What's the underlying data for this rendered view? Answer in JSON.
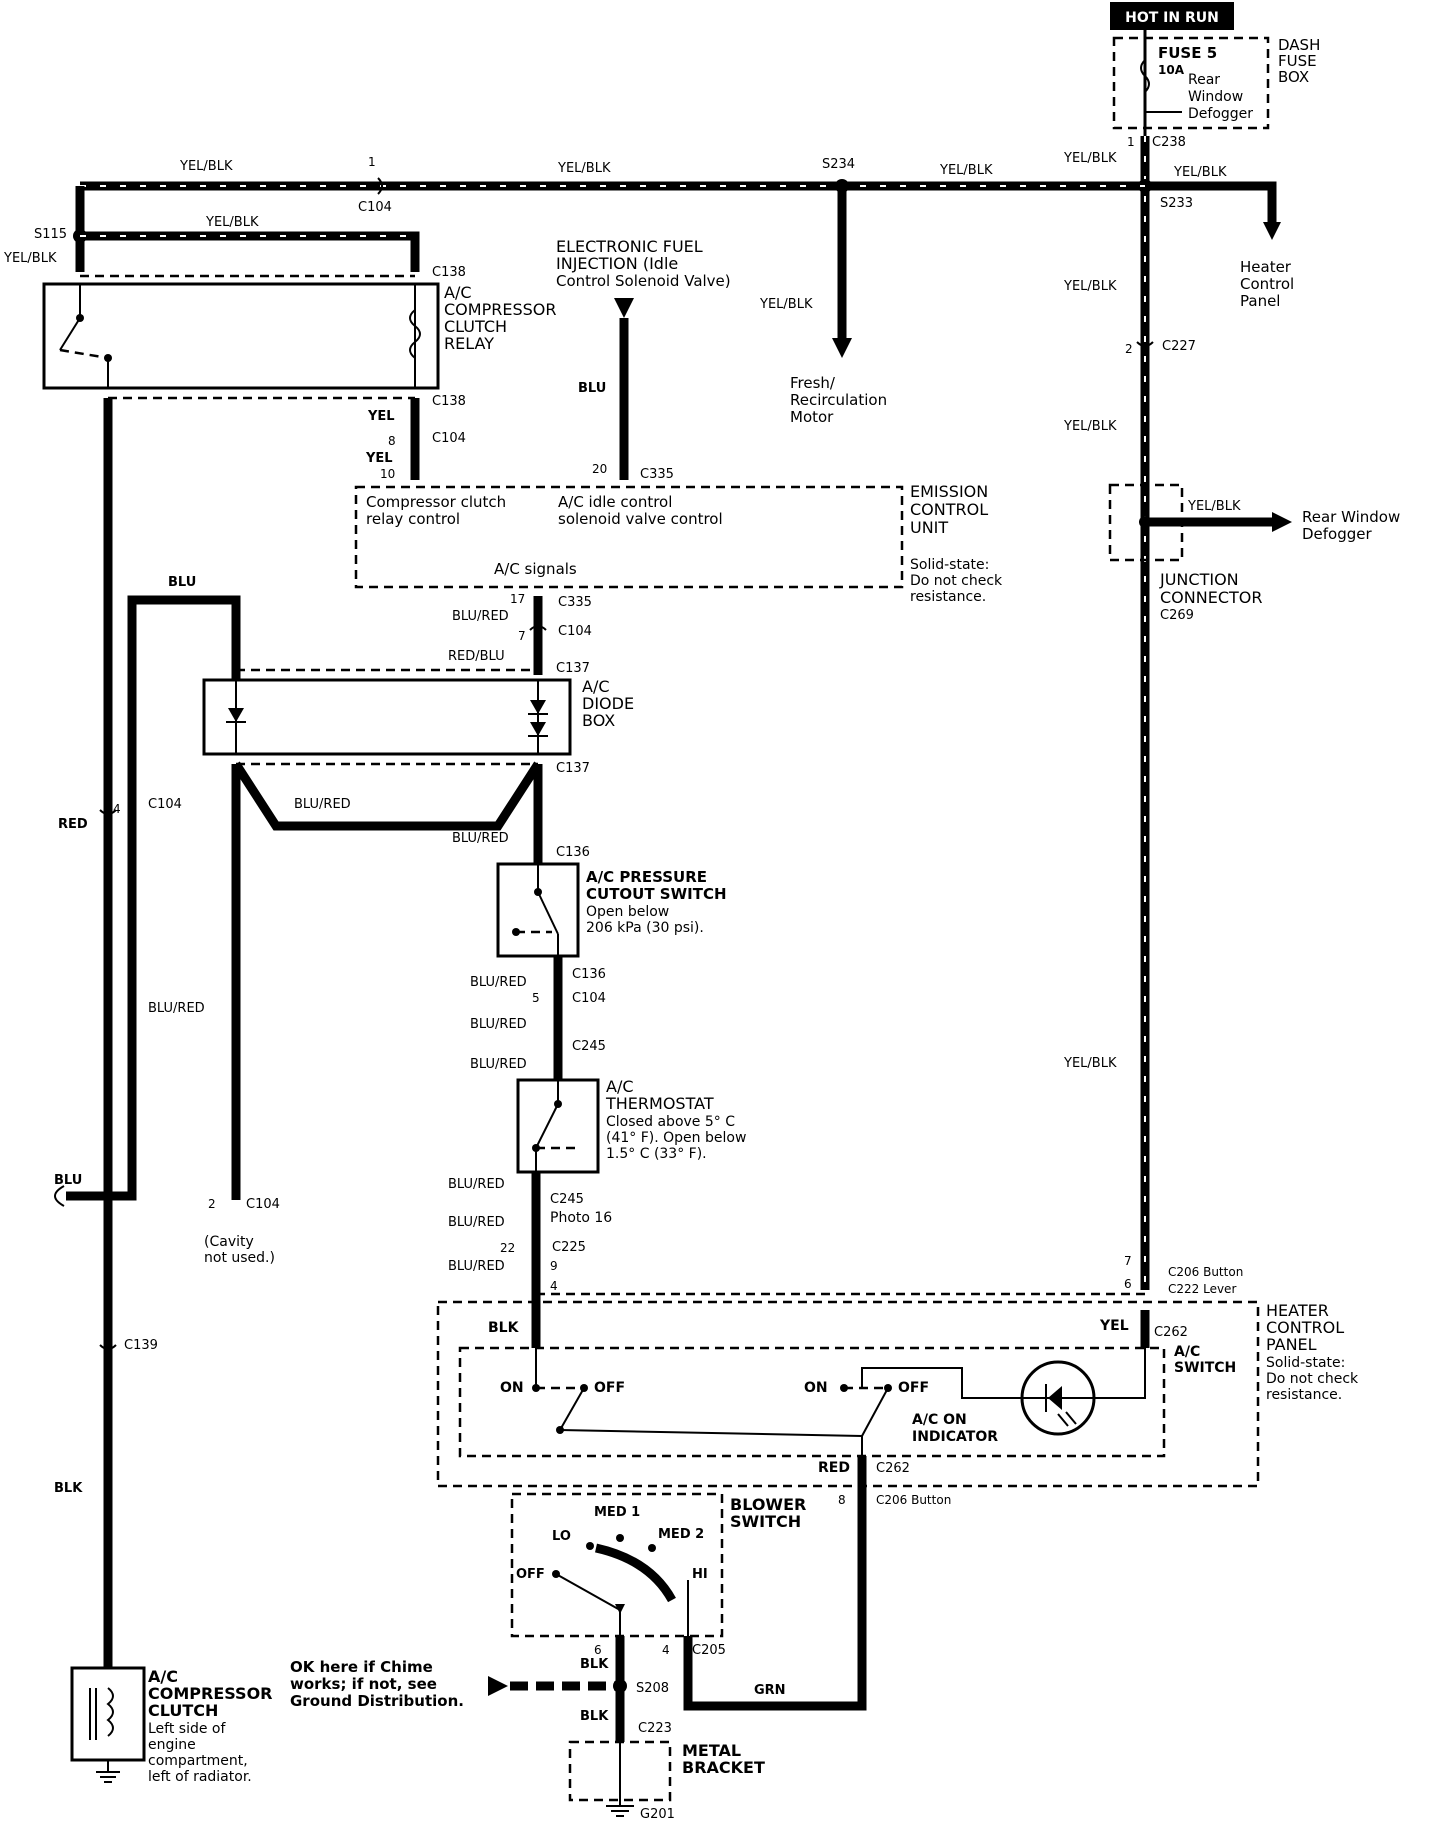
{
  "hot_in_run": "HOT IN RUN",
  "fuse": {
    "name": "FUSE 5",
    "rating": "10A",
    "circuit": [
      "Rear",
      "Window",
      "Defogger"
    ],
    "box_label": [
      "DASH",
      "FUSE",
      "BOX"
    ]
  },
  "wires": {
    "yel_blk": "YEL/BLK",
    "yel": "YEL",
    "blu": "BLU",
    "blu_red": "BLU/RED",
    "red_blu": "RED/BLU",
    "red": "RED",
    "blk": "BLK",
    "grn": "GRN"
  },
  "splices": {
    "s234": "S234",
    "s233": "S233",
    "s115": "S115",
    "s208": "S208"
  },
  "connectors": {
    "c238": "C238",
    "c104": "C104",
    "c138": "C138",
    "c227": "C227",
    "c335": "C335",
    "c137": "C137",
    "c136": "C136",
    "c245": "C245",
    "c225": "C225",
    "c206": "C206 Button",
    "c222": "C222 Lever",
    "c262": "C262",
    "c205": "C205",
    "c223": "C223",
    "c139": "C139",
    "g201": "G201",
    "photo16": "Photo 16"
  },
  "pins": {
    "p1": "1",
    "p2": "2",
    "p4": "4",
    "p5": "5",
    "p6": "6",
    "p7": "7",
    "p8": "8",
    "p9": "9",
    "p10": "10",
    "p17": "17",
    "p20": "20",
    "p22": "22"
  },
  "heater_control_panel_top": [
    "Heater",
    "Control",
    "Panel"
  ],
  "fresh_recirc": [
    "Fresh/",
    "Recirculation",
    "Motor"
  ],
  "efi": [
    "ELECTRONIC FUEL",
    "INJECTION (Idle",
    "Control Solenoid Valve)"
  ],
  "relay": [
    "A/C",
    "COMPRESSOR",
    "CLUTCH",
    "RELAY"
  ],
  "ecu": {
    "title": [
      "EMISSION",
      "CONTROL",
      "UNIT"
    ],
    "note": [
      "Solid-state:",
      "Do not check",
      "resistance."
    ],
    "compressor_ctrl": [
      "Compressor clutch",
      "relay control"
    ],
    "idle_ctrl": [
      "A/C idle control",
      "solenoid valve control"
    ],
    "signals": "A/C signals"
  },
  "junction": {
    "title": [
      "JUNCTION",
      "CONNECTOR"
    ],
    "code": "C269",
    "rear_window": [
      "Rear Window",
      "Defogger"
    ]
  },
  "diode_box": [
    "A/C",
    "DIODE",
    "BOX"
  ],
  "pressure_switch": [
    "A/C PRESSURE",
    "CUTOUT SWITCH",
    "Open below",
    "206 kPa (30 psi)."
  ],
  "thermostat": [
    "A/C",
    "THERMOSTAT",
    "Closed above 5° C",
    "(41° F). Open below",
    "1.5° C (33° F)."
  ],
  "cavity": [
    "(Cavity",
    "not used.)"
  ],
  "hcp": {
    "title": [
      "HEATER",
      "CONTROL",
      "PANEL"
    ],
    "note": [
      "Solid-state:",
      "Do not check",
      "resistance."
    ],
    "ac_switch": [
      "A/C",
      "SWITCH"
    ],
    "on": "ON",
    "off": "OFF",
    "indicator": [
      "A/C ON",
      "INDICATOR"
    ]
  },
  "blower": {
    "title": [
      "BLOWER",
      "SWITCH"
    ],
    "med1": "MED 1",
    "lo": "LO",
    "med2": "MED 2",
    "off": "OFF",
    "hi": "HI"
  },
  "chime_note": [
    "OK here if Chime",
    "works; if not, see",
    "Ground Distribution."
  ],
  "metal_bracket": [
    "METAL",
    "BRACKET"
  ],
  "clutch": [
    "A/C",
    "COMPRESSOR",
    "CLUTCH",
    "Left side of",
    "engine",
    "compartment,",
    "left of radiator."
  ]
}
